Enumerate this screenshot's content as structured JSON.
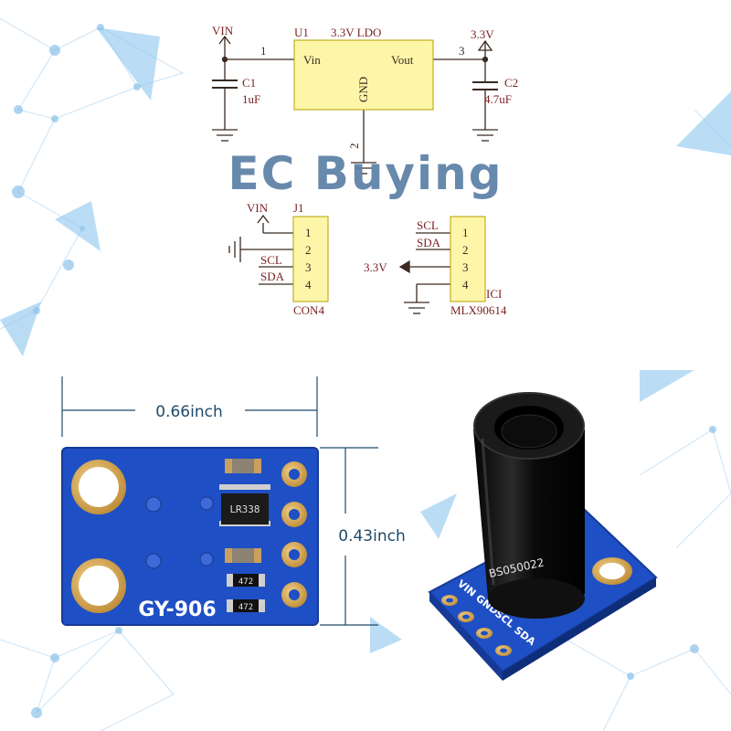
{
  "brand": {
    "watermark": "EC Buying",
    "color": "#5b7fa6"
  },
  "colors": {
    "schematic_line": "#3a2a20",
    "schematic_text": "#7a1f1f",
    "component_fill": "#fdf6a8",
    "component_stroke": "#b8a000",
    "pcb_blue": "#1f4fc4",
    "pad_gold": "#d2a24c",
    "dim_line": "#1e4a6a",
    "decor_blue": "#7ab8e6"
  },
  "schematic": {
    "regulator": {
      "ref": "U1",
      "value": "3.3V LDO",
      "pin_in": "Vin",
      "pin_out": "Vout",
      "pin_gnd": "GND",
      "pin1": "1",
      "pin2": "2",
      "pin3": "3",
      "vin_label": "VIN",
      "vout_label": "3.3V"
    },
    "c1": {
      "ref": "C1",
      "value": "1uF"
    },
    "c2": {
      "ref": "C2",
      "value": "4.7uF"
    },
    "j1": {
      "ref": "J1",
      "name": "CON4",
      "vin_label": "VIN",
      "pins": [
        "1",
        "2",
        "3",
        "4"
      ],
      "signals": [
        "SCL",
        "SDA"
      ]
    },
    "ic1": {
      "ref": "ICI",
      "name": "MLX90614",
      "pins": [
        "1",
        "2",
        "3",
        "4"
      ],
      "signals": [
        "SCL",
        "SDA"
      ],
      "power_label": "3.3V"
    }
  },
  "board": {
    "model": "GY-906",
    "width_label": "0.66inch",
    "height_label": "0.43inch",
    "chip_marking": "LR338",
    "resistor_a": "472",
    "resistor_b": "472"
  },
  "sensor": {
    "marking": "BS050022",
    "pins": [
      "VIN",
      "GND",
      "SCL",
      "SDA"
    ]
  }
}
